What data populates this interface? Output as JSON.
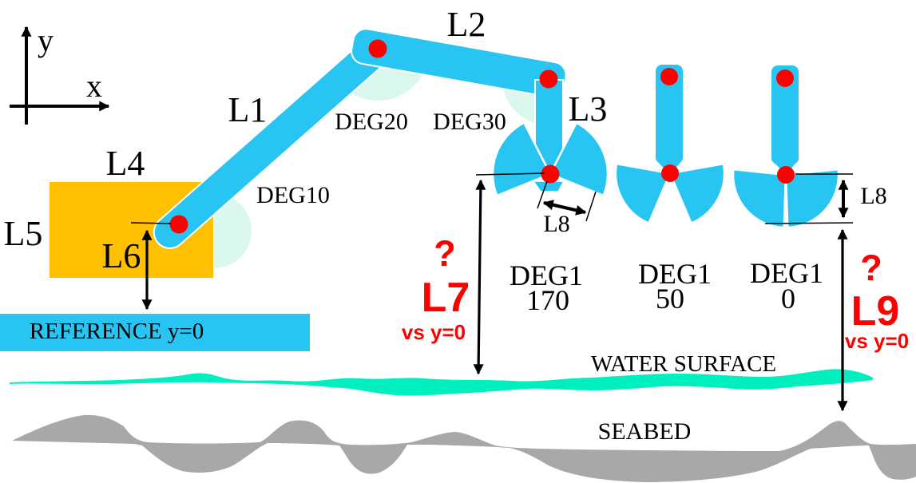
{
  "axes": {
    "x_label": "x",
    "y_label": "y"
  },
  "link_labels": {
    "l1": "L1",
    "l2": "L2",
    "l3": "L3",
    "l4": "L4",
    "l5": "L5",
    "l6": "L6",
    "l8": "L8"
  },
  "angle_labels": {
    "deg10": "DEG10",
    "deg20": "DEG20",
    "deg30": "DEG30"
  },
  "grab_states": [
    {
      "label": "DEG1",
      "value": "170"
    },
    {
      "label": "DEG1",
      "value": "50"
    },
    {
      "label": "DEG1",
      "value": "0"
    }
  ],
  "unknown_dimensions": {
    "l7": {
      "question_mark": "?",
      "label": "L7",
      "note": "vs y=0"
    },
    "l9": {
      "question_mark": "?",
      "label": "L9",
      "note": "vs y=0"
    }
  },
  "reference": {
    "label": "REFERENCE y=0"
  },
  "environment": {
    "water_surface_label": "WATER SURFACE",
    "seabed_label": "SEABED"
  },
  "colors": {
    "link_cyan": "#28C5F2",
    "body_orange": "#FFC000",
    "joint_red": "#FF0000",
    "angle_arc_mint": "#DAF8EE",
    "water_teal": "#00EFBE",
    "seabed_gray": "#A8A8A8",
    "annotation_red": "#FF0000"
  }
}
